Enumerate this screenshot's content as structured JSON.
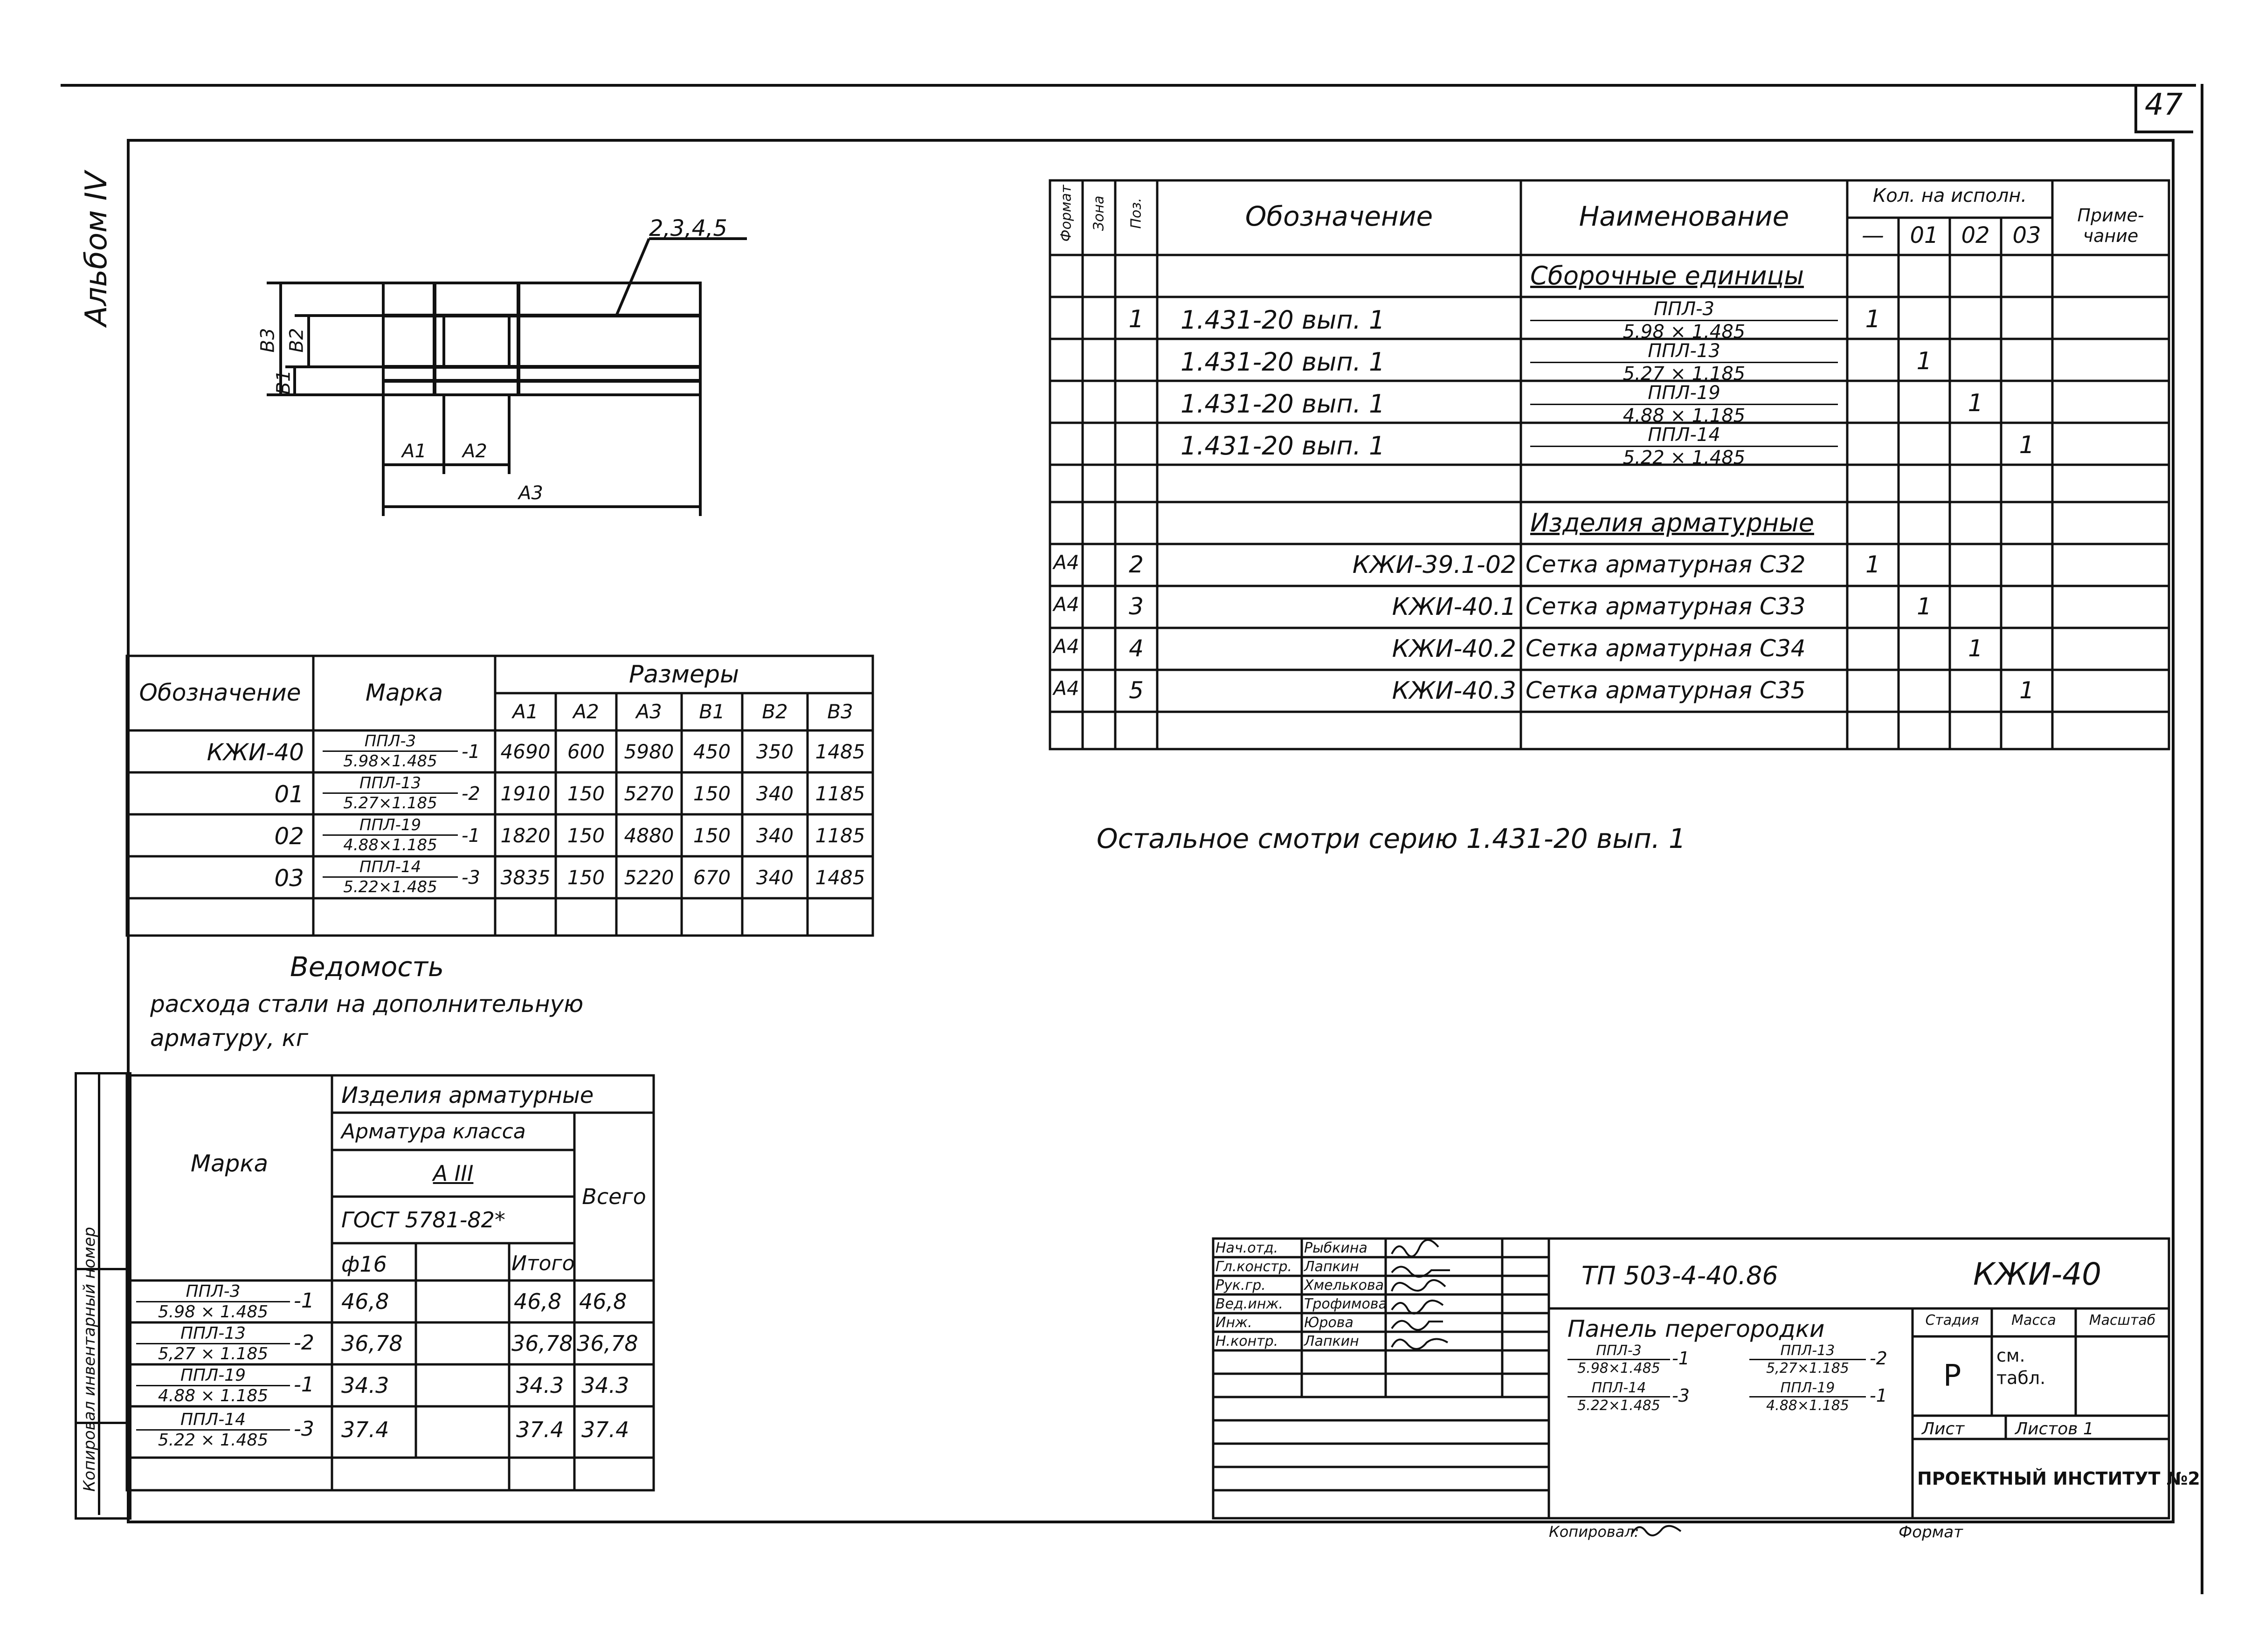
{
  "sheet": {
    "page_number": "47",
    "album_label": "Альбом IV",
    "side_stamp": "Копировал инвентарный номер"
  },
  "sketch": {
    "callout": "2,3,4,5",
    "dims": [
      "B3",
      "B2",
      "B1",
      "A1",
      "A2",
      "A3"
    ]
  },
  "spec": {
    "headers": {
      "format": "Формат",
      "zone": "Зона",
      "pos": "Поз.",
      "designation": "Обозначение",
      "name": "Наименование",
      "qty": "Кол. на исполн.",
      "qty_cols": [
        "—",
        "01",
        "02",
        "03"
      ],
      "note": "Приме-чание"
    },
    "section1": "Сборочные единицы",
    "rows1": [
      {
        "pos": "1",
        "designation": "1.431-20 вып. 1",
        "num": "ППЛ-3",
        "den": "5.98 × 1.485",
        "q0": "1",
        "q1": "",
        "q2": "",
        "q3": ""
      },
      {
        "pos": "",
        "designation": "1.431-20 вып. 1",
        "num": "ППЛ-13",
        "den": "5.27 × 1.185",
        "q0": "",
        "q1": "1",
        "q2": "",
        "q3": ""
      },
      {
        "pos": "",
        "designation": "1.431-20 вып. 1",
        "num": "ППЛ-19",
        "den": "4.88 × 1.185",
        "q0": "",
        "q1": "",
        "q2": "1",
        "q3": ""
      },
      {
        "pos": "",
        "designation": "1.431-20 вып. 1",
        "num": "ППЛ-14",
        "den": "5.22 × 1.485",
        "q0": "",
        "q1": "",
        "q2": "",
        "q3": "1"
      }
    ],
    "section2": "Изделия арматурные",
    "rows2": [
      {
        "format": "А4",
        "pos": "2",
        "designation": "КЖИ-39.1-02",
        "name": "Сетка арматурная С32",
        "q0": "1",
        "q1": "",
        "q2": "",
        "q3": ""
      },
      {
        "format": "А4",
        "pos": "3",
        "designation": "КЖИ-40.1",
        "name": "Сетка арматурная С33",
        "q0": "",
        "q1": "1",
        "q2": "",
        "q3": ""
      },
      {
        "format": "А4",
        "pos": "4",
        "designation": "КЖИ-40.2",
        "name": "Сетка арматурная С34",
        "q0": "",
        "q1": "",
        "q2": "1",
        "q3": ""
      },
      {
        "format": "А4",
        "pos": "5",
        "designation": "КЖИ-40.3",
        "name": "Сетка арматурная С35",
        "q0": "",
        "q1": "",
        "q2": "",
        "q3": "1"
      }
    ]
  },
  "note_text": "Остальное смотри серию 1.431-20 вып. 1",
  "sizes": {
    "headers": {
      "designation": "Обозначение",
      "mark": "Марка",
      "sizes": "Размеры",
      "cols": [
        "A1",
        "A2",
        "A3",
        "B1",
        "B2",
        "B3"
      ]
    },
    "rows": [
      {
        "designation": "КЖИ-40",
        "num": "ППЛ-3",
        "den": "5.98×1.485",
        "suffix": "-1",
        "vals": [
          "4690",
          "600",
          "5980",
          "450",
          "350",
          "1485"
        ]
      },
      {
        "designation": "01",
        "num": "ППЛ-13",
        "den": "5.27×1.185",
        "suffix": "-2",
        "vals": [
          "1910",
          "150",
          "5270",
          "150",
          "340",
          "1185"
        ]
      },
      {
        "designation": "02",
        "num": "ППЛ-19",
        "den": "4.88×1.185",
        "suffix": "-1",
        "vals": [
          "1820",
          "150",
          "4880",
          "150",
          "340",
          "1185"
        ]
      },
      {
        "designation": "03",
        "num": "ППЛ-14",
        "den": "5.22×1.485",
        "suffix": "-3",
        "vals": [
          "3835",
          "150",
          "5220",
          "670",
          "340",
          "1485"
        ]
      }
    ]
  },
  "steel": {
    "title": "Ведомость",
    "subtitle": "расхода стали на дополнительную арматуру, кг",
    "headers": {
      "mark": "Марка",
      "products": "Изделия арматурные",
      "rebar_class": "Арматура класса",
      "class": "А III",
      "gost": "ГОСТ 5781-82*",
      "total": "Всего",
      "d16": "ф16",
      "itogo": "Итого"
    },
    "rows": [
      {
        "num": "ППЛ-3",
        "den": "5.98 × 1.485",
        "suffix": "-1",
        "d16": "46,8",
        "itogo": "46,8",
        "total": "46,8"
      },
      {
        "num": "ППЛ-13",
        "den": "5,27 × 1.185",
        "suffix": "-2",
        "d16": "36,78",
        "itogo": "36,78",
        "total": "36,78"
      },
      {
        "num": "ППЛ-19",
        "den": "4.88 × 1.185",
        "suffix": "-1",
        "d16": "34.3",
        "itogo": "34.3",
        "total": "34.3"
      },
      {
        "num": "ППЛ-14",
        "den": "5.22 × 1.485",
        "suffix": "-3",
        "d16": "37.4",
        "itogo": "37.4",
        "total": "37.4"
      }
    ]
  },
  "title_block": {
    "signers": [
      {
        "role": "Нач.отд.",
        "name": "Рыбкина"
      },
      {
        "role": "Гл.констр.",
        "name": "Лапкин"
      },
      {
        "role": "Рук.гр.",
        "name": "Хмелькова"
      },
      {
        "role": "Вед.инж.",
        "name": "Трофимова"
      },
      {
        "role": "Инж.",
        "name": "Юрова"
      },
      {
        "role": "Н.контр.",
        "name": "Лапкин"
      }
    ],
    "doc_code": "ТП 503-4-40.86",
    "doc_mark": "КЖИ-40",
    "product_title": "Панель перегородки",
    "product_marks": [
      {
        "num": "ППЛ-3",
        "den": "5.98×1.485",
        "suffix": "-1"
      },
      {
        "num": "ППЛ-13",
        "den": "5,27×1.185",
        "suffix": "-2"
      },
      {
        "num": "ППЛ-14",
        "den": "5.22×1.485",
        "suffix": "-3"
      },
      {
        "num": "ППЛ-19",
        "den": "4.88×1.185",
        "suffix": "-1"
      }
    ],
    "stage_label": "Стадия",
    "mass_label": "Масса",
    "scale_label": "Масштаб",
    "stage": "Р",
    "mass_value": "см. табл.",
    "sheet_label": "Лист",
    "sheets_label": "Листов 1",
    "org": "ПРОЕКТНЫЙ ИНСТИТУТ №2",
    "copied": "Копировал:",
    "format": "Формат"
  }
}
